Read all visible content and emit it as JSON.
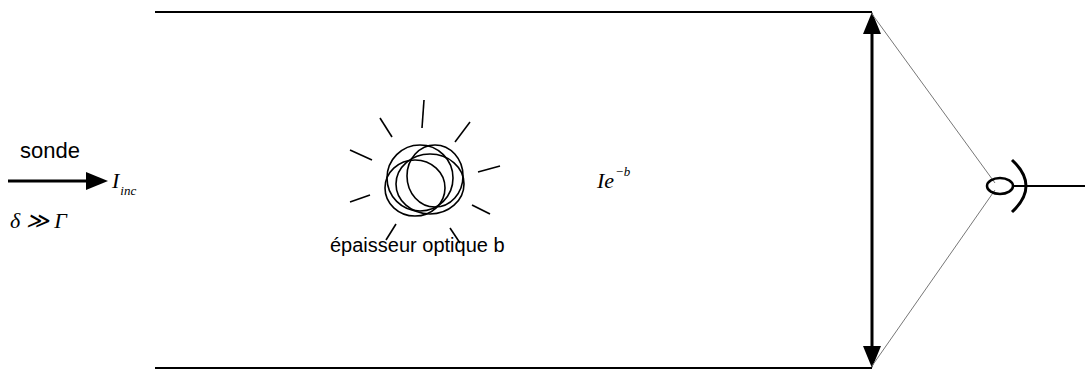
{
  "diagram": {
    "labels": [
      "sonde",
      "δ ≫ Γ",
      "I",
      "inc",
      "épaisseur optique b",
      "Ie",
      "−b"
    ]
  }
}
